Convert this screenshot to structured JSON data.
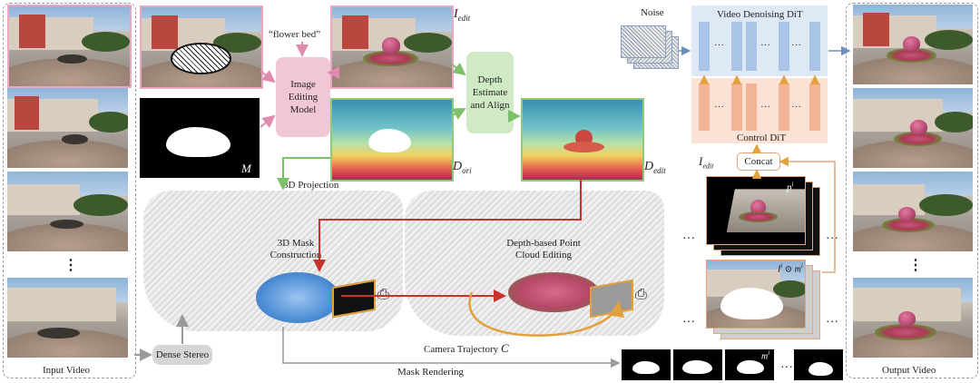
{
  "labels": {
    "input_video": "Input Video",
    "output_video": "Output Video",
    "prompt": "“flower bed”",
    "image_editing_model": "Image Editing Model",
    "depth_estimate": "Depth Estimate and Align",
    "mask_m": "M",
    "i_edit": "I",
    "i_edit_sub": "edit",
    "d_ori": "D",
    "d_ori_sub": "ori",
    "d_edit": "D",
    "d_edit_sub": "edit",
    "projection_3d": "3D Projection",
    "mask_construction": "3D Mask Construction",
    "depth_pc_editing": "Depth-based Point Cloud Editing",
    "camera_trajectory": "Camera Trajectory",
    "camera_c": "C",
    "dense_stereo": "Dense Stereo",
    "mask_rendering": "Mask Rendering",
    "noise": "Noise",
    "video_denoising_dit": "Video Denoising DiT",
    "control_dit": "Control DiT",
    "concat": "Concat",
    "i_edit2": "I",
    "i_edit2_sub": "edit",
    "p_i": "p",
    "p_i_sup": "i",
    "masked": "I",
    "masked_sup": "i",
    "masked_op": "⊙ m",
    "masked_sup2": "i",
    "m_i": "m",
    "m_i_sup": "i",
    "dots_vertical": "⋮",
    "dots_h": "…",
    "dots_block": "···"
  },
  "colors": {
    "pink_box": "#f1c6d6",
    "green_box": "#cfeac5",
    "blue_dit": "#a9c4e6",
    "orange_dit": "#f6cdb6",
    "red_arrow": "#c9312c",
    "orange_arrow": "#e3a13b",
    "green_arrow": "#7fc06d",
    "grey_arrow": "#9a9a9a"
  }
}
